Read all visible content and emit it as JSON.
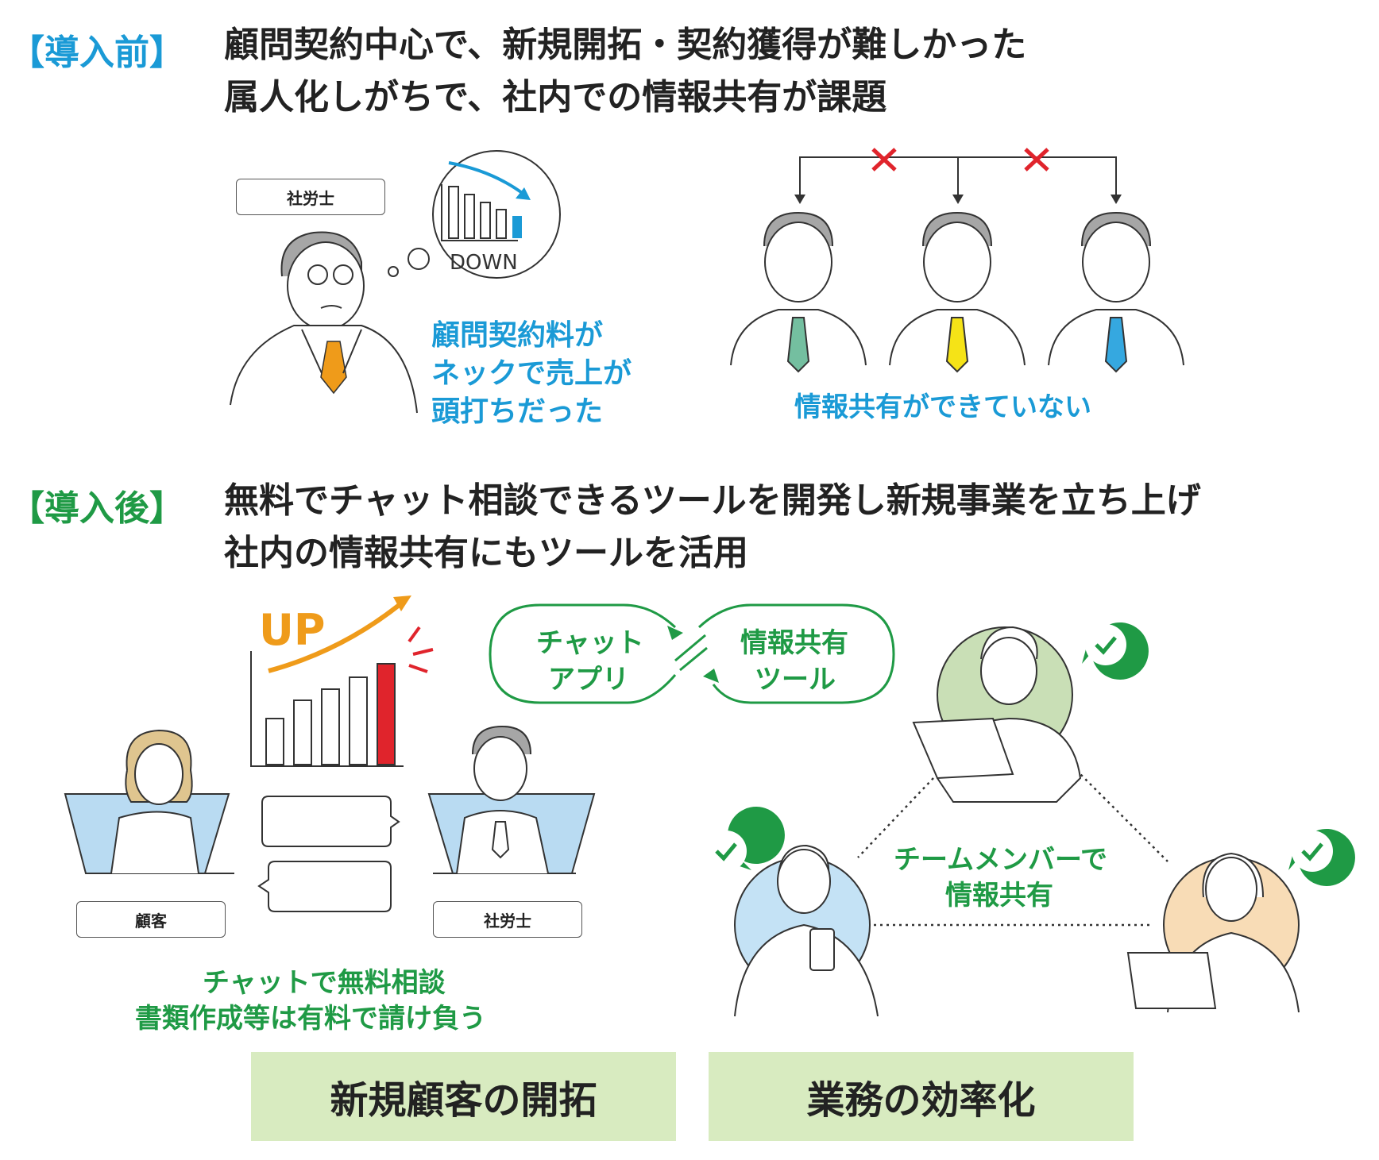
{
  "before": {
    "tag": "【導入前】",
    "lines": [
      "顧問契約中心で、新規開拓・契約獲得が難しかった",
      "属人化しがちで、社内での情報共有が課題"
    ],
    "labeler_tag": "社労士",
    "down_label": "DOWN",
    "caption_left": [
      "顧問契約料が",
      "ネックで売上が",
      "頭打ちだった"
    ],
    "caption_right": "情報共有ができていない"
  },
  "after": {
    "tag": "【導入後】",
    "lines": [
      "無料でチャット相談できるツールを開発し新規事業を立ち上げ",
      "社内の情報共有にもツールを活用"
    ],
    "up_label": "UP",
    "cycle_left": [
      "チャット",
      "アプリ"
    ],
    "cycle_right": [
      "情報共有",
      "ツール"
    ],
    "customer_tag": "顧客",
    "labeler_tag": "社労士",
    "caption_left": [
      "チャットで無料相談",
      "書類作成等は有料で請け負う"
    ],
    "caption_right": [
      "チームメンバーで",
      "情報共有"
    ]
  },
  "results": [
    "新規顧客の開拓",
    "業務の効率化"
  ],
  "colors": {
    "blue": "#1a9ad6",
    "green": "#1f9a45",
    "orange": "#ef9b1a",
    "red": "#e0242c",
    "result_bg": "#d8ebc0"
  }
}
